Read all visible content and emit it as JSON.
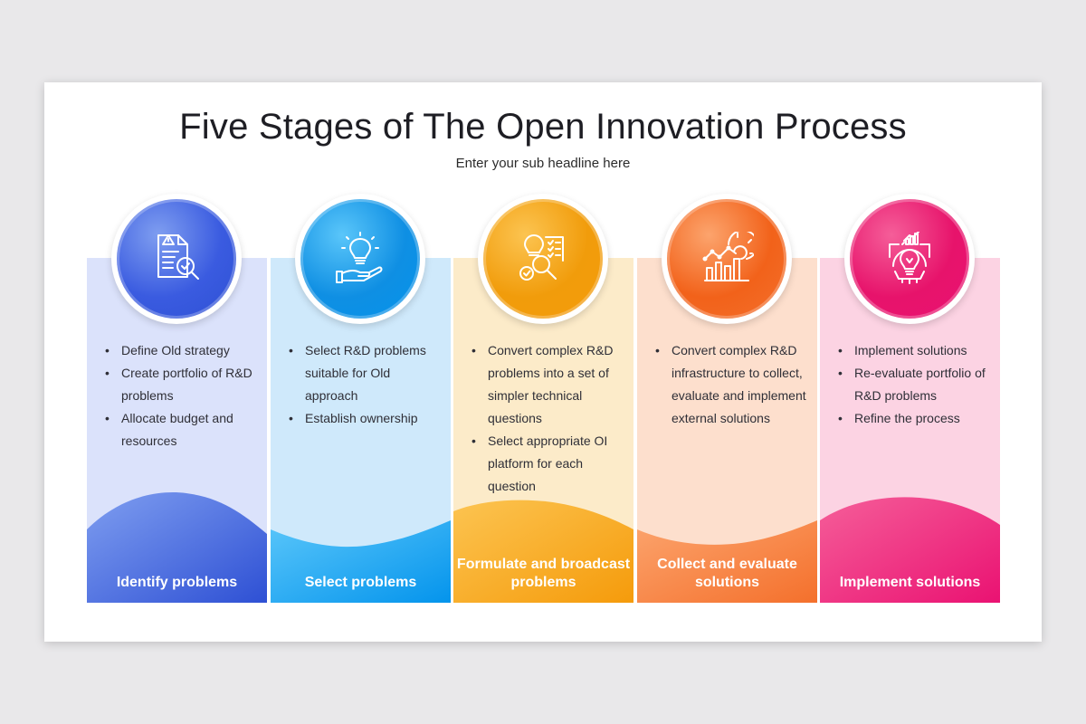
{
  "title": "Five Stages of The Open Innovation Process",
  "subtitle": "Enter your sub headline here",
  "stages": [
    {
      "label": "Identify problems",
      "icon": "document-search-icon",
      "color_light": "#dbe2fb",
      "color_main": "#3a5be0",
      "color_wave_top": "#7f9ef0",
      "color_wave_bottom": "#2e50d4",
      "bullets": [
        "Define Old strategy",
        "Create portfolio of R&D problems",
        "Allocate budget and resources"
      ]
    },
    {
      "label": "Select problems",
      "icon": "lightbulb-hand-icon",
      "color_light": "#cfe9fb",
      "color_main": "#0f8fe3",
      "color_wave_top": "#5ac6fa",
      "color_wave_bottom": "#0494ec",
      "bullets": [
        "Select R&D problems suitable for Old approach",
        "Establish ownership"
      ]
    },
    {
      "label": "Formulate and broadcast problems",
      "icon": "bulb-checklist-magnifier-icon",
      "color_light": "#fcebc9",
      "color_main": "#f19c0b",
      "color_wave_top": "#fcc451",
      "color_wave_bottom": "#f59b0b",
      "bullets": [
        "Convert complex R&D problems into a set of simpler technical questions",
        "Select appropriate OI platform for each question"
      ]
    },
    {
      "label": "Collect and evaluate solutions",
      "icon": "bar-chart-gear-icon",
      "color_light": "#fddfcd",
      "color_main": "#f2621a",
      "color_wave_top": "#fca46d",
      "color_wave_bottom": "#f4702c",
      "bullets": [
        "Convert complex R&D infrastructure to collect, evaluate and implement external solutions"
      ]
    },
    {
      "label": "Implement solutions",
      "icon": "bulb-gear-chart-icon",
      "color_light": "#fcd3e3",
      "color_main": "#e7136b",
      "color_wave_top": "#f55e99",
      "color_wave_bottom": "#ea1272",
      "bullets": [
        "Implement solutions",
        "Re-evaluate portfolio of R&D problems",
        "Refine the process"
      ]
    }
  ]
}
